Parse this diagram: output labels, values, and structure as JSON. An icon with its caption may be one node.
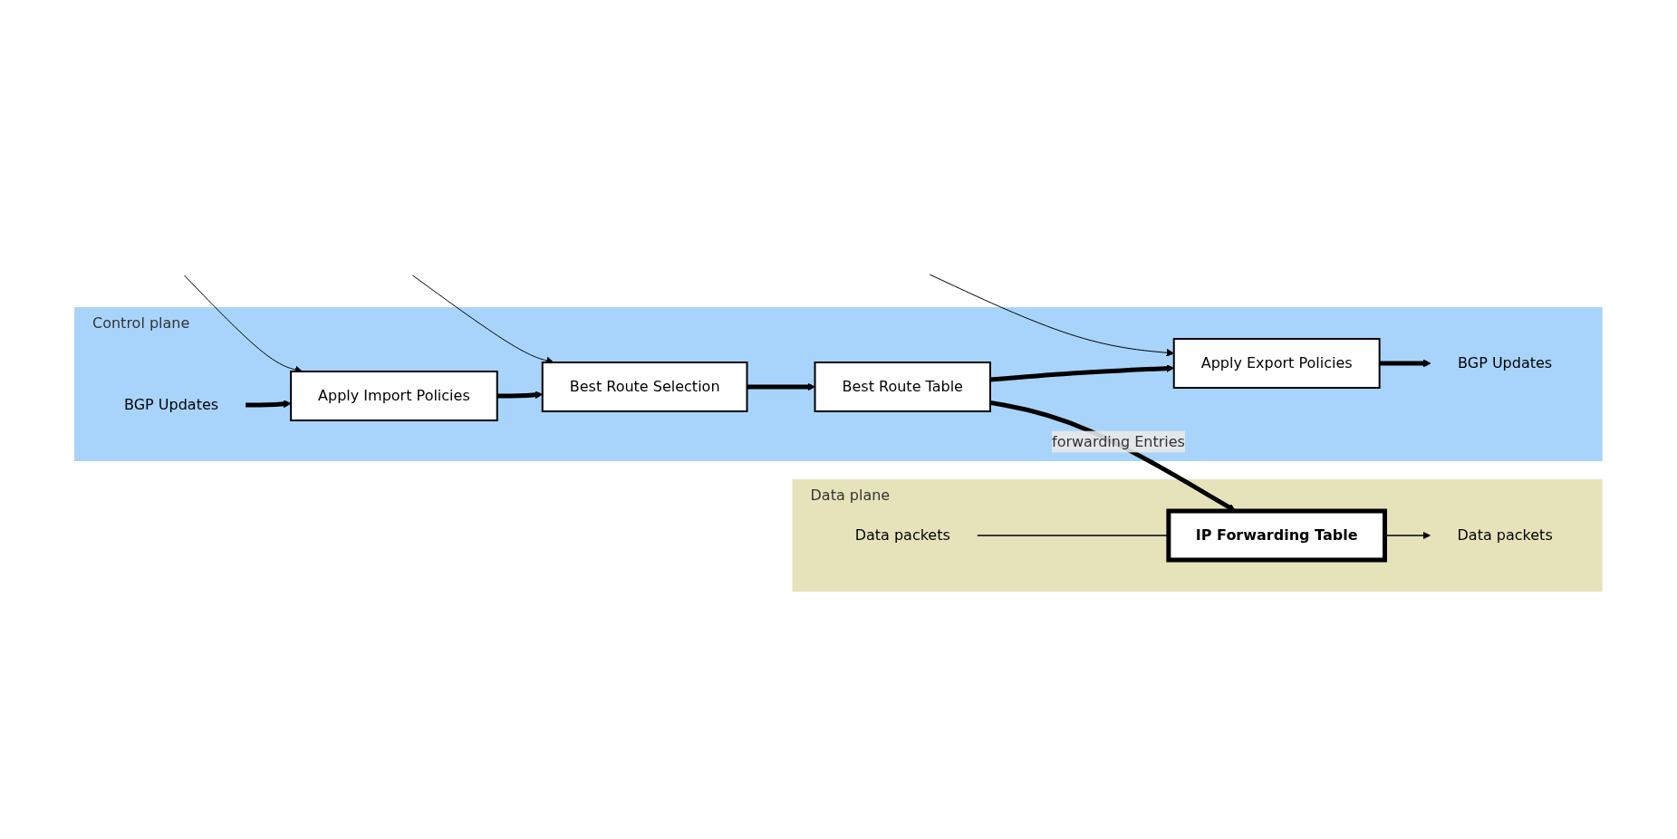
{
  "diagram": {
    "nodes": [
      {
        "text": [
          "Control plane"
        ]
      },
      {
        "text": [
          "BGP Updates"
        ],
        "in": 0
      },
      {
        "text": [
          "Apply Import Policies"
        ],
        "in": 0
      },
      {
        "text": [
          "Best Route Selection"
        ],
        "in": 0
      },
      {
        "text": [
          "Best Route Table"
        ],
        "in": 0
      },
      {
        "text": [
          "Apply Export Policies"
        ],
        "in": 0
      },
      {
        "text": [
          "BGP Updates"
        ],
        "in": 0
      },
      {
        "text": [
          "Data plane"
        ]
      },
      {
        "text": [
          "Data packets"
        ],
        "in": 7
      },
      {
        "text": [
          "IP Forwarding Table"
        ],
        "in": 7
      },
      {
        "text": [
          "Data packets"
        ],
        "in": 7
      }
    ],
    "edges": [
      {
        "from": null,
        "to": 2,
        "arrow": "to"
      },
      {
        "from": null,
        "to": 3,
        "arrow": "to"
      },
      {
        "from": null,
        "to": 5,
        "arrow": "to"
      },
      {
        "from": 1,
        "to": 2,
        "arrow": "to"
      },
      {
        "from": 2,
        "to": 3,
        "arrow": "to"
      },
      {
        "from": 3,
        "to": 4,
        "arrow": "to"
      },
      {
        "from": 4,
        "to": 5,
        "arrow": "to"
      },
      {
        "from": 5,
        "to": 6,
        "arrow": "to"
      },
      {
        "from": 4,
        "to": 9,
        "arrow": "to",
        "label": "forwarding Entries"
      },
      {
        "from": 8,
        "to": 9,
        "arrow": "none"
      },
      {
        "from": 9,
        "to": 10,
        "arrow": "to"
      }
    ]
  }
}
